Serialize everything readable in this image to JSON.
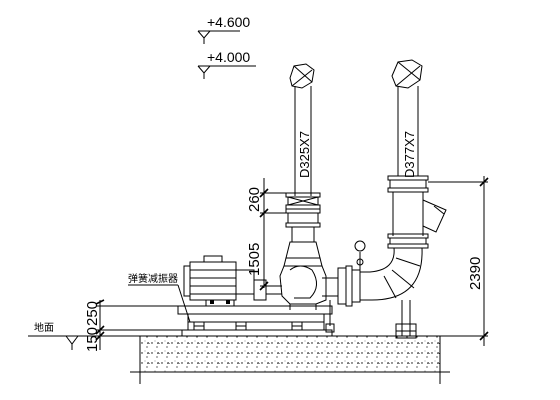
{
  "elevations": {
    "upper": "+4.600",
    "lower": "+4.000"
  },
  "pipe_specs": {
    "left": "D325X7",
    "right": "D377X7"
  },
  "dimensions": {
    "d260": "260",
    "d1505": "1505",
    "d2390": "2390",
    "d250": "250",
    "d150": "150"
  },
  "labels": {
    "ground": "地面",
    "damper": "弹簧减振器"
  }
}
